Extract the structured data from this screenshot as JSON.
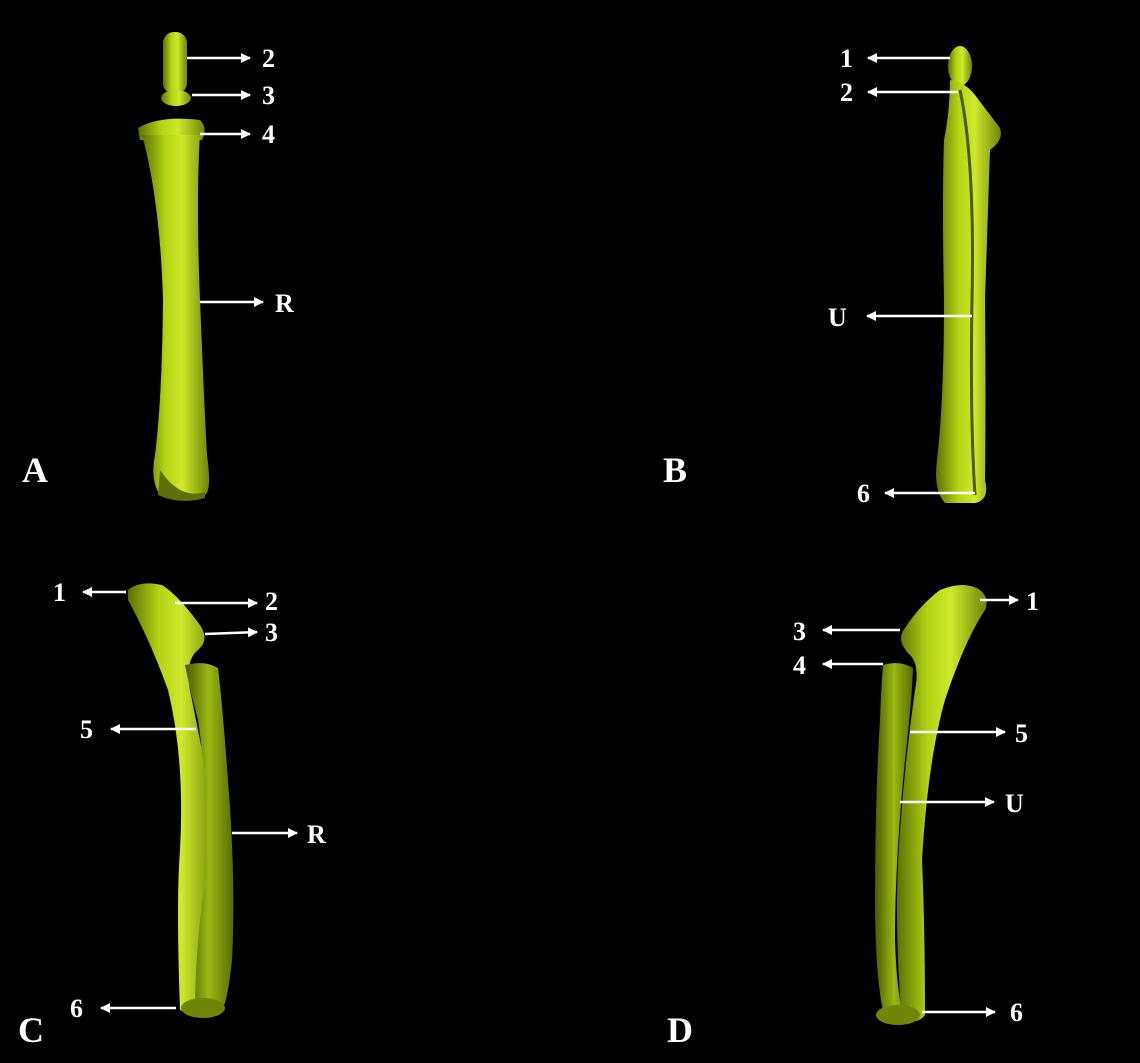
{
  "figure": {
    "bone_color": "#a6c80f",
    "bone_shadow": "#5c7005",
    "bone_highlight": "#d8ee3a",
    "arrow_color": "#ffffff",
    "label_color": "#ffffff",
    "background": "#000000"
  },
  "panels": [
    {
      "letter": "A",
      "labels": [
        "2",
        "3",
        "4",
        "R"
      ]
    },
    {
      "letter": "B",
      "labels": [
        "1",
        "2",
        "U",
        "6"
      ]
    },
    {
      "letter": "C",
      "labels": [
        "1",
        "2",
        "3",
        "5",
        "R",
        "6"
      ]
    },
    {
      "letter": "D",
      "labels": [
        "1",
        "3",
        "4",
        "5",
        "U",
        "6"
      ]
    }
  ]
}
